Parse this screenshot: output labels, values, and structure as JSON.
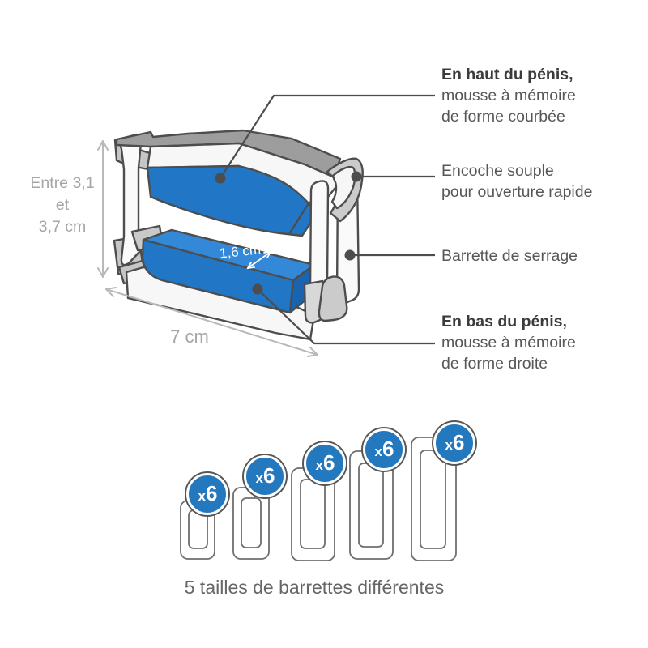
{
  "illustration": {
    "callouts": {
      "top_foam": {
        "title": "En haut du pénis,",
        "line1": "mousse à mémoire",
        "line2": "de forme courbée"
      },
      "notch": {
        "line1": "Encoche souple",
        "line2": "pour ouverture rapide"
      },
      "clamp_bar": {
        "line1": "Barrette de serrage"
      },
      "bottom_foam": {
        "title": "En bas du pénis,",
        "line1": "mousse à mémoire",
        "line2": "de forme droite"
      }
    },
    "dimensions": {
      "height": {
        "line1": "Entre 3,1",
        "line2": "et",
        "line3": "3,7 cm"
      },
      "length": "7 cm",
      "foam_width": "1,6 cm"
    }
  },
  "sizes_row": {
    "badge": {
      "prefix": "x",
      "count": "6"
    },
    "bars_count": 5,
    "caption": "5 tailles de barrettes différentes"
  },
  "colors": {
    "foam_blue": "#2176C5",
    "foam_blue_top": "#3488D8",
    "foam_blue_dark": "#1A63AE",
    "badge_blue": "#2478BE",
    "outline_dark": "#4D4D4D",
    "part_gray": "#C6C6C6",
    "bar_top_gray": "#9D9D9D",
    "dimension_gray": "#B9B9B9",
    "dimension_text_gray": "#A6A6A6",
    "label_text": "#575757",
    "label_bold_text": "#3B3B3B"
  }
}
